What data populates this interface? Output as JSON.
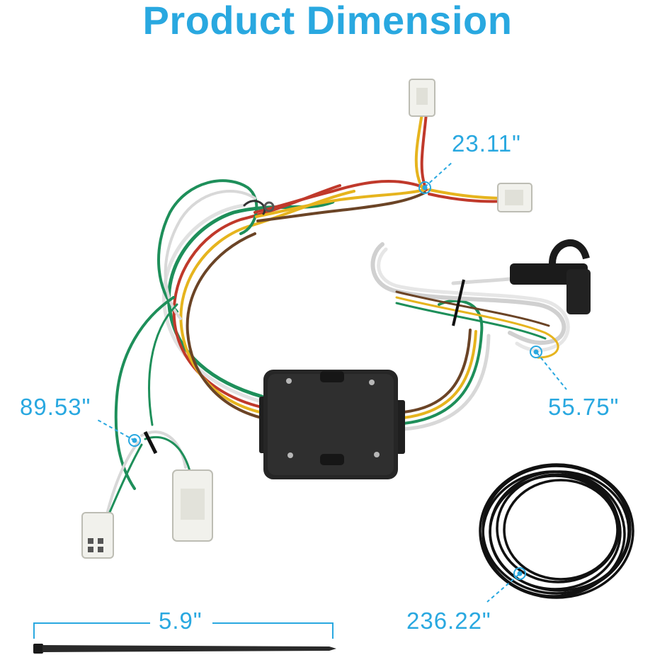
{
  "title": "Product Dimension",
  "dimensions": {
    "connector_lead": "23.11\"",
    "main_harness": "89.53\"",
    "four_way_lead": "55.75\"",
    "power_wire": "236.22\"",
    "cable_tie": "5.9\""
  },
  "colors": {
    "accent": "#29a8e0",
    "module": "#262626",
    "cable": "#111111"
  }
}
